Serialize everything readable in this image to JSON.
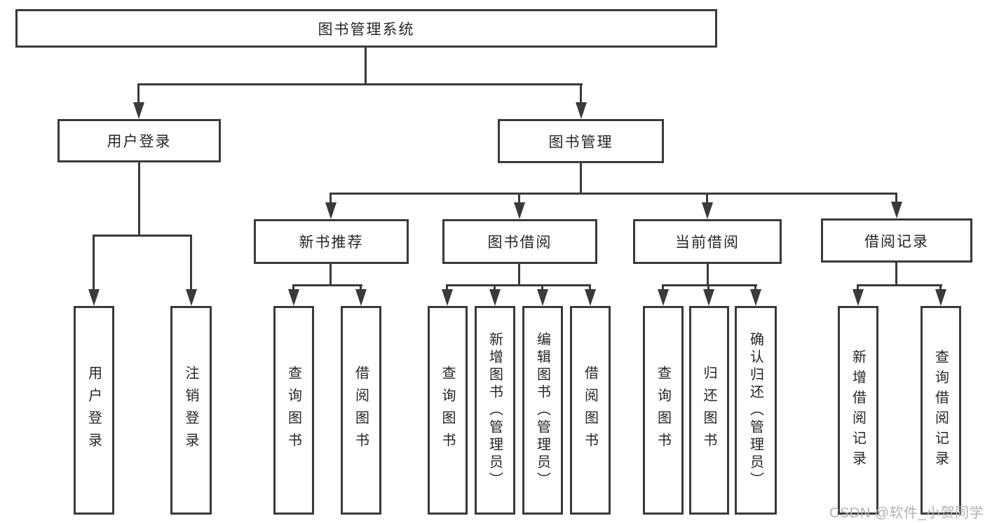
{
  "tree": {
    "root": {
      "label": "图书管理系统"
    },
    "branches": [
      {
        "label": "用户登录",
        "children": [
          {
            "label": "用户登录"
          },
          {
            "label": "注销登录"
          }
        ]
      },
      {
        "label": "图书管理",
        "children": [
          {
            "label": "新书推荐",
            "children": [
              {
                "label": "查询图书"
              },
              {
                "label": "借阅图书"
              }
            ]
          },
          {
            "label": "图书借阅",
            "children": [
              {
                "label": "查询图书"
              },
              {
                "label": "新增图书（管理员）"
              },
              {
                "label": "编辑图书（管理员）"
              },
              {
                "label": "借阅图书"
              }
            ]
          },
          {
            "label": "当前借阅",
            "children": [
              {
                "label": "查询图书"
              },
              {
                "label": "归还图书"
              },
              {
                "label": "确认归还（管理员）"
              }
            ]
          },
          {
            "label": "借阅记录",
            "children": [
              {
                "label": "新增借阅记录"
              },
              {
                "label": "查询借阅记录"
              }
            ]
          }
        ]
      }
    ]
  },
  "watermark": {
    "text": "CSDN @软件_小贺同学"
  },
  "colors": {
    "line": "#3a3a3a",
    "box_border": "#3a3a3a",
    "box_background": "#ffffff",
    "text": "#262626",
    "watermark": "#b3b3b5",
    "page_background": "#ffffff"
  }
}
